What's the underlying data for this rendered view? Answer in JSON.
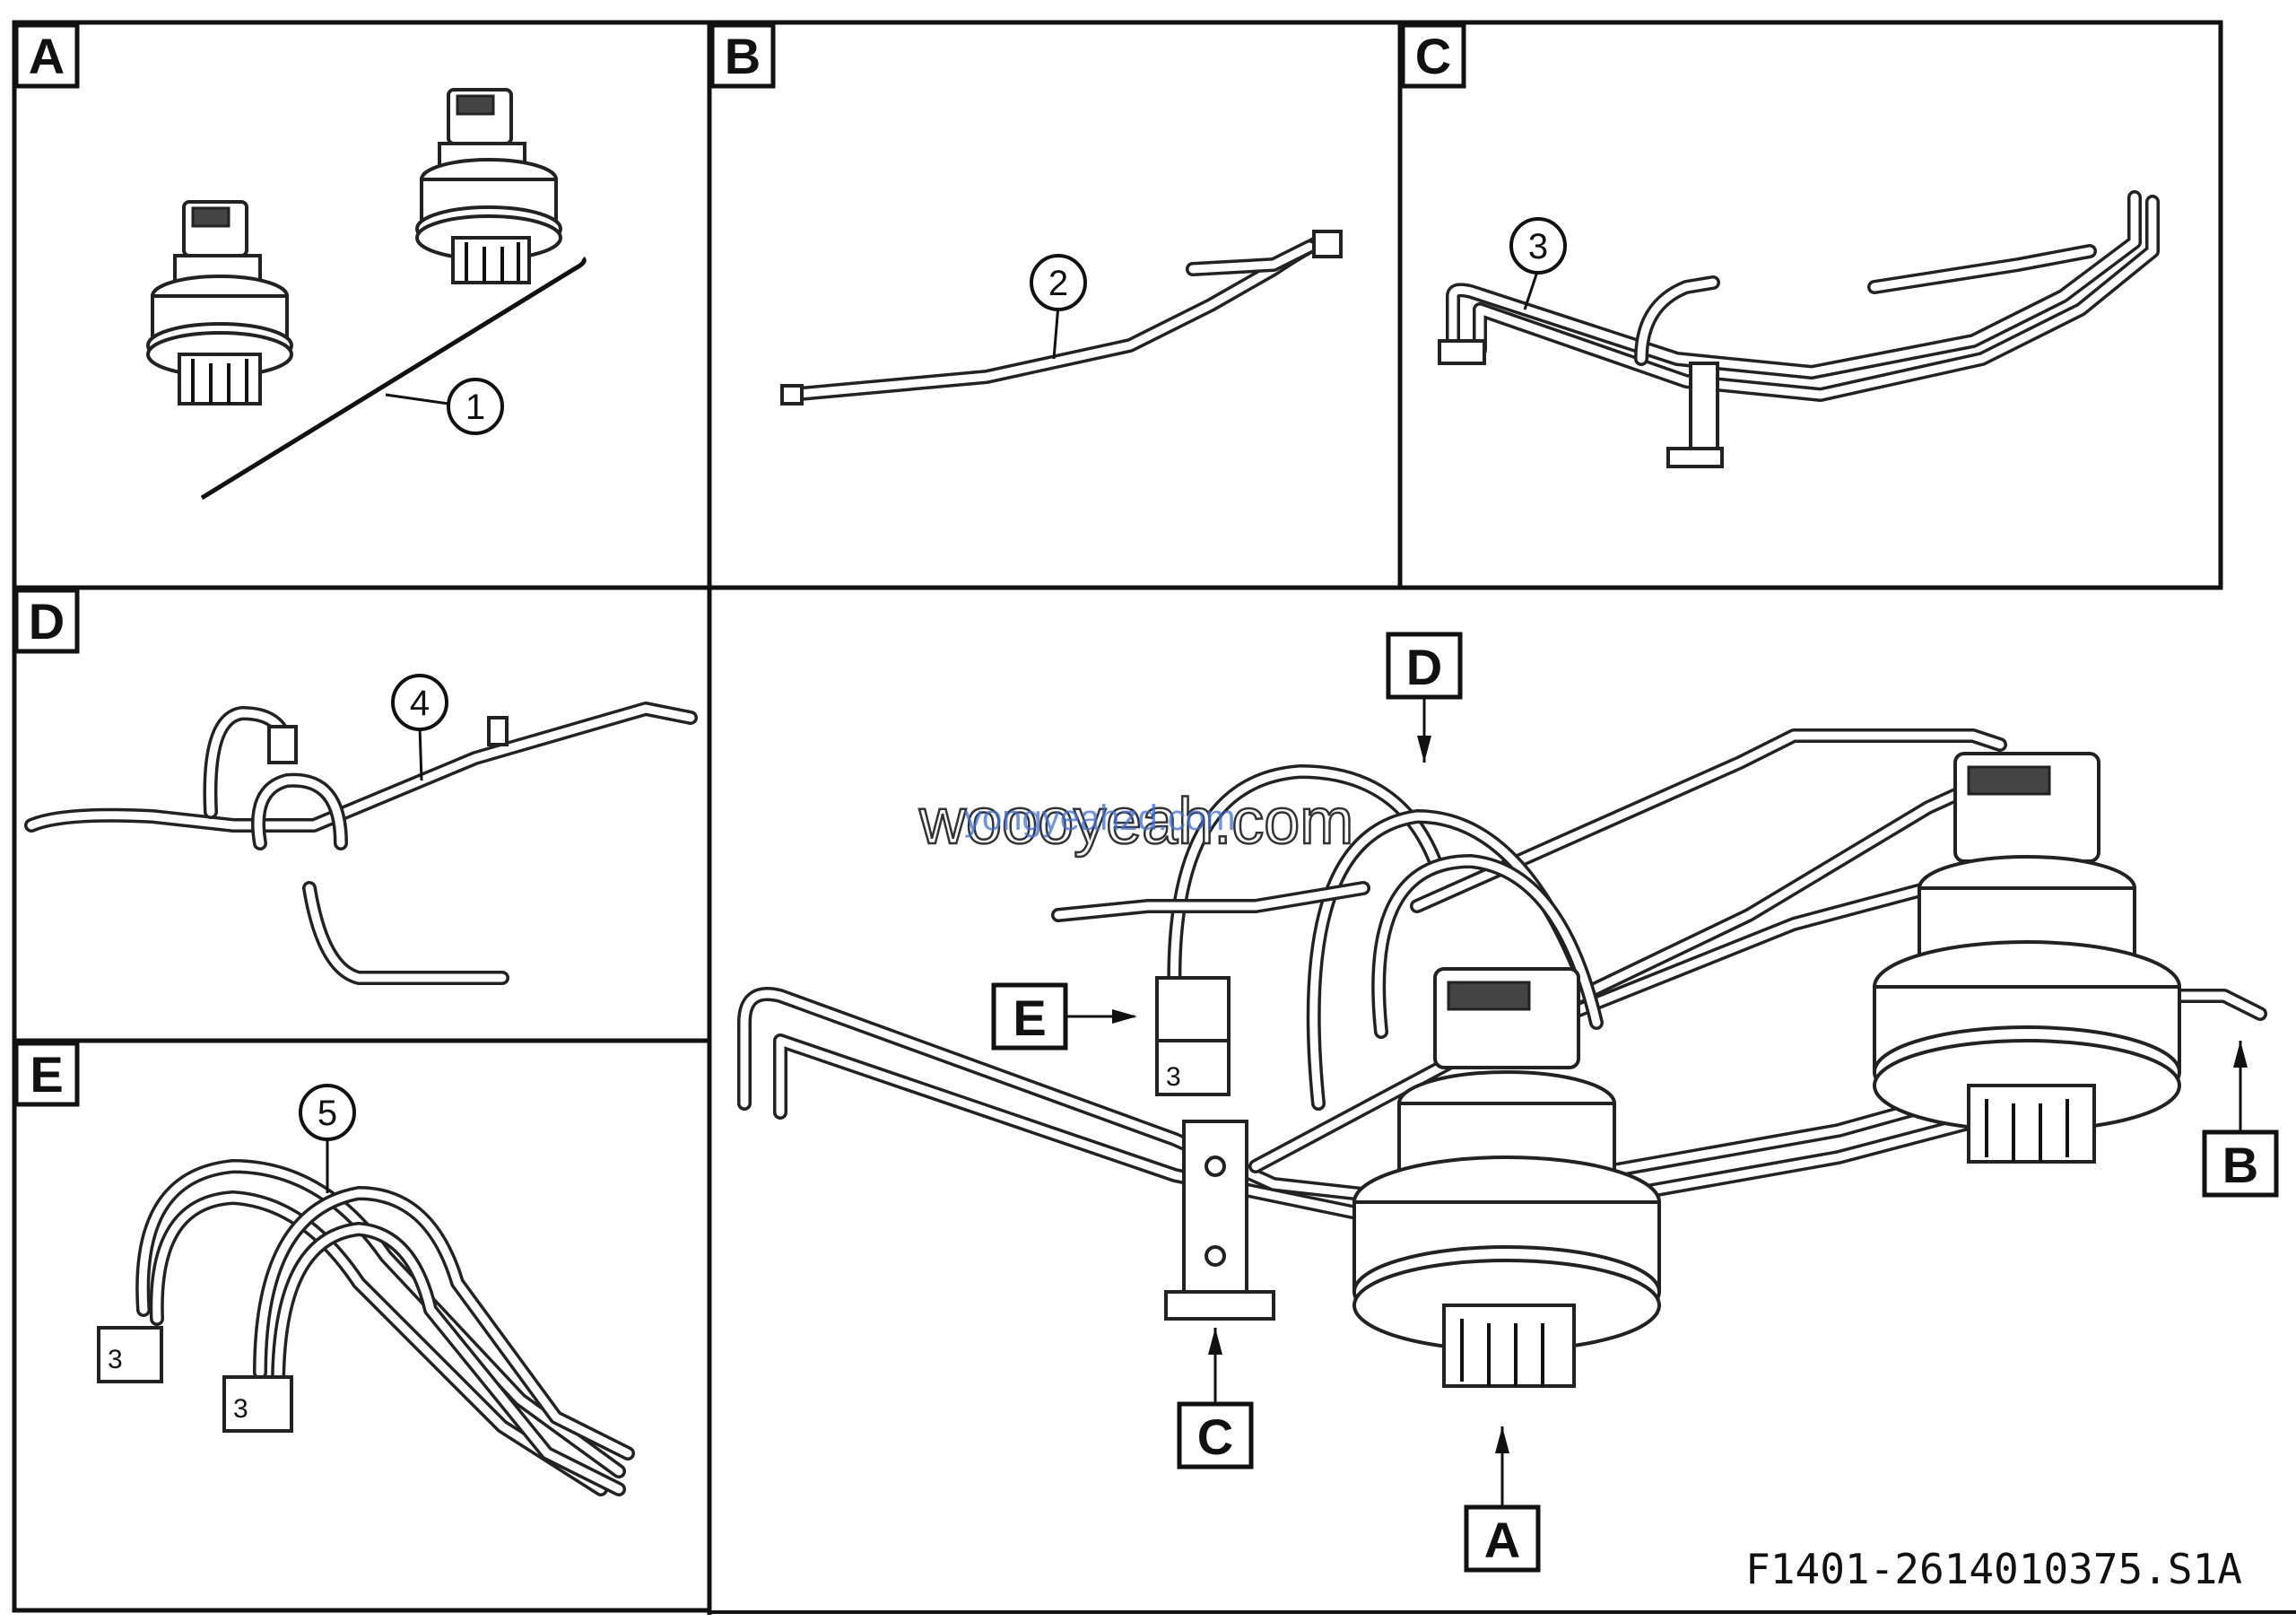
{
  "panels": [
    {
      "letter": "A",
      "callout": "1"
    },
    {
      "letter": "B",
      "callout": "2"
    },
    {
      "letter": "C",
      "callout": "3"
    },
    {
      "letter": "D",
      "callout": "4"
    },
    {
      "letter": "E",
      "callout": "5"
    }
  ],
  "overview_labels": {
    "a": "A",
    "b": "B",
    "c": "C",
    "d": "D",
    "e": "E"
  },
  "watermark": {
    "main": "woooyeah.com",
    "secondary": "yongyeahzd.com"
  },
  "figure_code": "F1401-2614010375.S1A"
}
